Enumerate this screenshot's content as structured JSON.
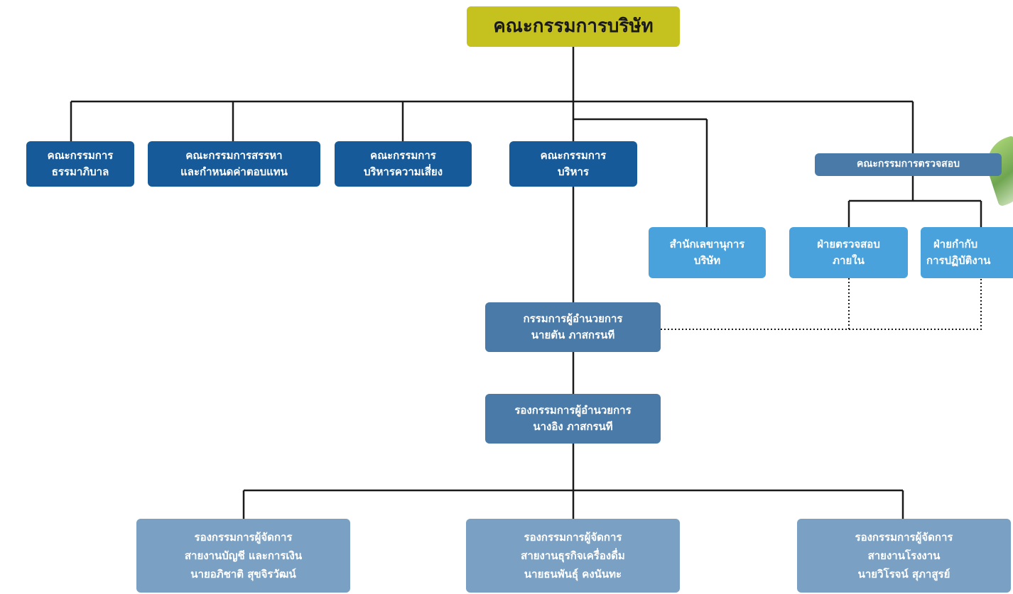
{
  "board": {
    "title": "คณะกรรมการบริษัท"
  },
  "committees": {
    "governance": {
      "line1": "คณะกรรมการ",
      "line2": "ธรรมาภิบาล"
    },
    "nomination": {
      "line1": "คณะกรรมการสรรหา",
      "line2": "และกำหนดค่าตอบแทน"
    },
    "risk": {
      "line1": "คณะกรรมการ",
      "line2": "บริหารความเสี่ยง"
    },
    "executive": {
      "line1": "คณะกรรมการ",
      "line2": "บริหาร"
    },
    "audit": {
      "line1": "คณะกรรมการตรวจสอบ"
    }
  },
  "secretary": {
    "line1": "สำนักเลขานุการ",
    "line2": "บริษัท"
  },
  "internal_audit": {
    "line1": "ฝ่ายตรวจสอบ",
    "line2": "ภายใน"
  },
  "compliance": {
    "line1": "ฝ่ายกำกับ",
    "line2": "การปฏิบัติงาน"
  },
  "md": {
    "line1": "กรรมการผู้อำนวยการ",
    "line2": "นายตัน ภาสกรนที"
  },
  "deputy_md": {
    "line1": "รองกรรมการผู้อำนวยการ",
    "line2": "นางอิง ภาสกรนที"
  },
  "vps": [
    {
      "line1": "รองกรรมการผู้จัดการ",
      "line2": "สายงานบัญชี และการเงิน",
      "line3": "นายอภิชาติ สุขจิรวัฒน์"
    },
    {
      "line1": "รองกรรมการผู้จัดการ",
      "line2": "สายงานธุรกิจเครื่องดื่ม",
      "line3": "นายธนพันธุ์ คงนันทะ"
    },
    {
      "line1": "รองกรรมการผู้จัดการ",
      "line2": "สายงานโรงงาน",
      "line3": "นายวิโรจน์ สุภาสูรย์"
    }
  ],
  "colors": {
    "board": "#c5c11f",
    "committee": "#175a99",
    "management": "#4a7aa8",
    "support": "#4aa2dc",
    "vp": "#7aa0c3",
    "connector": "#1a1a1a"
  }
}
